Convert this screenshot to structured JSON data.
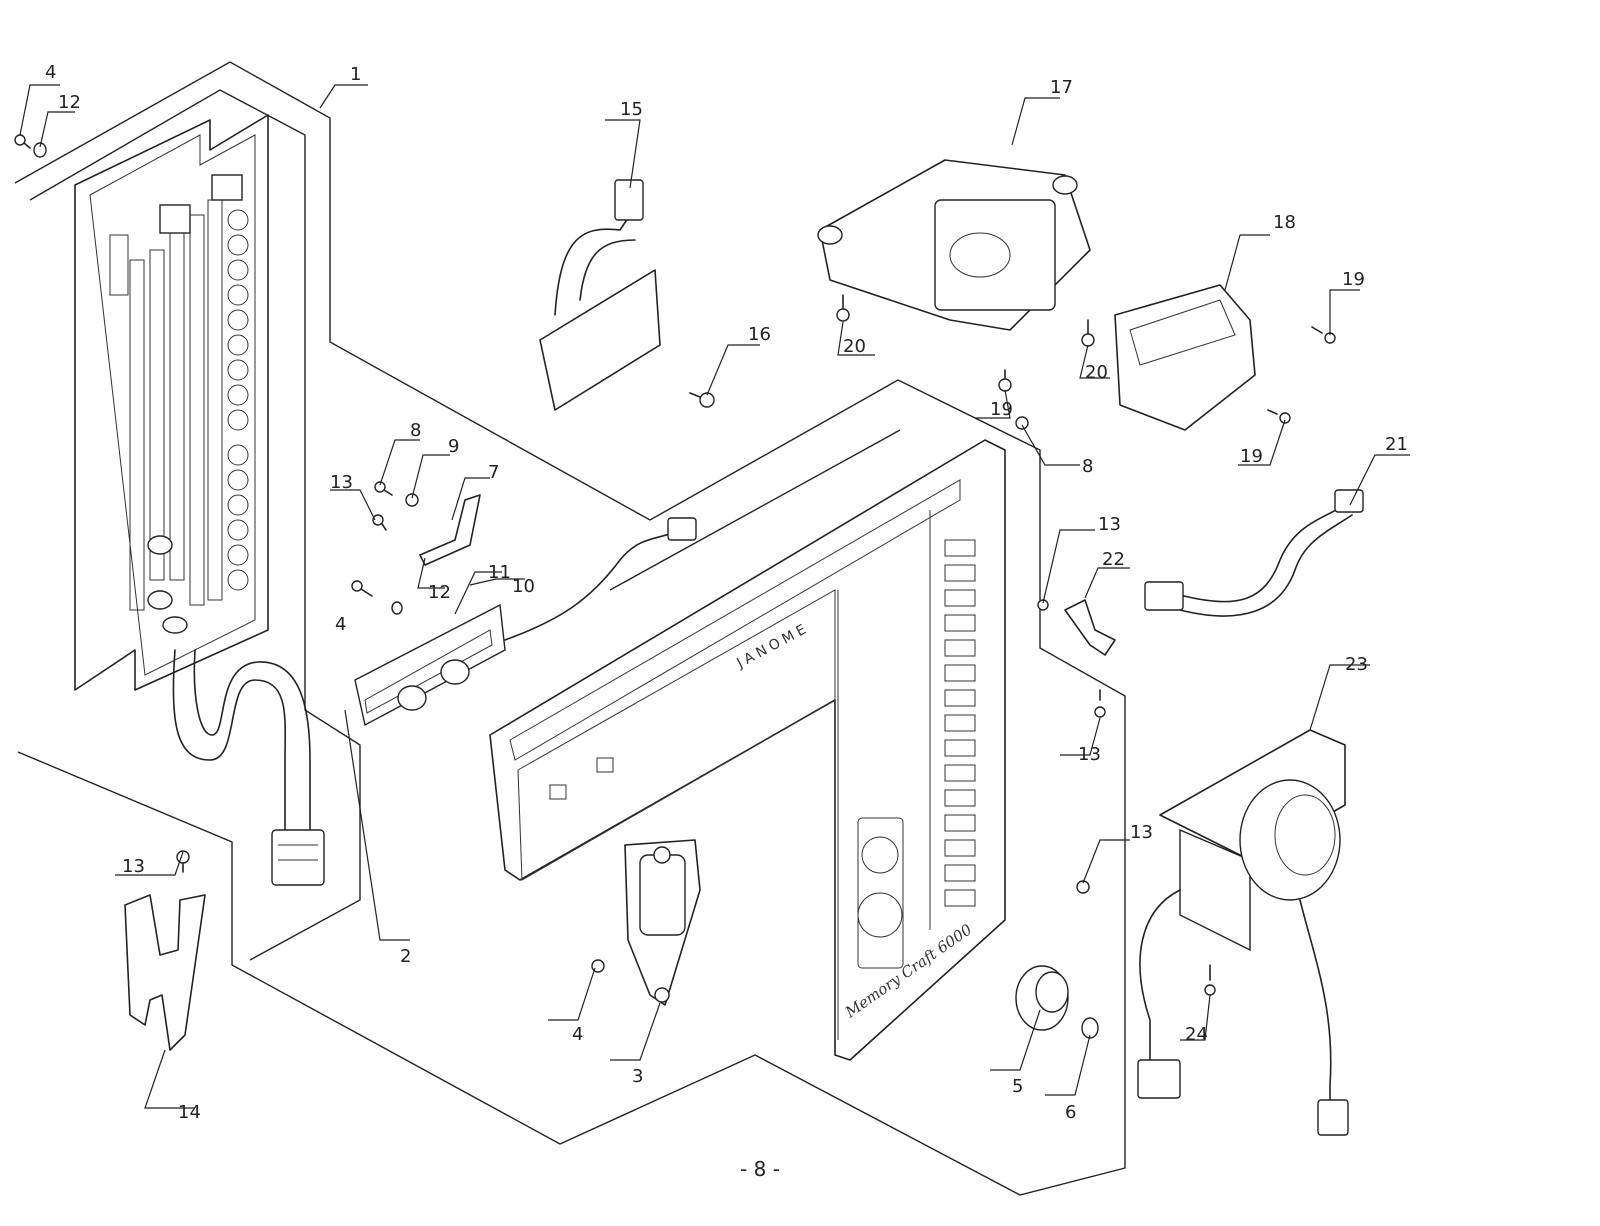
{
  "page_number": "- 8 -",
  "panel_brand": "JANOME",
  "panel_model": "Memory Craft 6000",
  "part_labels": {
    "p1": "1",
    "p2": "2",
    "p3": "3",
    "p4a": "4",
    "p4b": "4",
    "p4c": "4",
    "p5": "5",
    "p6": "6",
    "p7": "7",
    "p8a": "8",
    "p8b": "8",
    "p9": "9",
    "p10": "10",
    "p11": "11",
    "p12a": "12",
    "p12b": "12",
    "p13a": "13",
    "p13b": "13",
    "p13c": "13",
    "p13d": "13",
    "p13e": "13",
    "p14": "14",
    "p15": "15",
    "p16": "16",
    "p17": "17",
    "p18": "18",
    "p19a": "19",
    "p19b": "19",
    "p19c": "19",
    "p20a": "20",
    "p20b": "20",
    "p21": "21",
    "p22": "22",
    "p23": "23",
    "p24": "24"
  }
}
